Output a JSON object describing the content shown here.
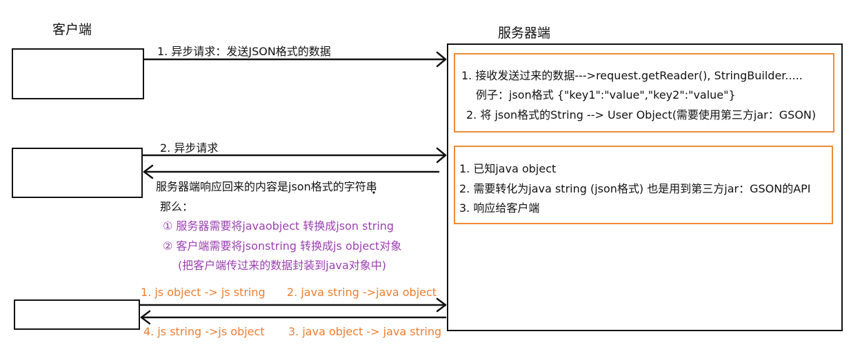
{
  "client_title": "客户端",
  "server_title": "服务器端",
  "arrow1_label": "1. 异步请求：发送JSON格式的数据",
  "arrow2_label": "2. 异步请求",
  "box1": {
    "line1": "1. 接收发送过来的数据--->request.getReader(), StringBuilder.....",
    "line2": "例子：json格式    {\"key1\":\"value\",\"key2\":\"value\"}",
    "line3": "2.  将 json格式的String --> User Object(需要使用第三方jar：GSON)"
  },
  "box2": {
    "line1": "1. 已知java object",
    "line2": "2. 需要转化为java string (json格式) 也是用到第三方jar：GSON的API",
    "line3": "3. 响应给客户端"
  },
  "response_note": {
    "line1": "服务器端响应回来的内容是json格式的字符串",
    "line2": "那么：",
    "item1": "① 服务器需要将javaobject 转换成json string",
    "item2": "② 客户端需要将jsonstring 转换成js object对象",
    "item3": "(把客户端传过来的数据封装到java对象中)"
  },
  "bottom_labels": {
    "top_left": "1. js object -> js string",
    "top_right": "2. java string ->java object",
    "bottom_left": "4. js string ->js object",
    "bottom_right": "3. java object -> java string"
  },
  "colors": {
    "orange": "#ee7d2f",
    "purple": "#9b3fb1",
    "black": "#111111"
  }
}
